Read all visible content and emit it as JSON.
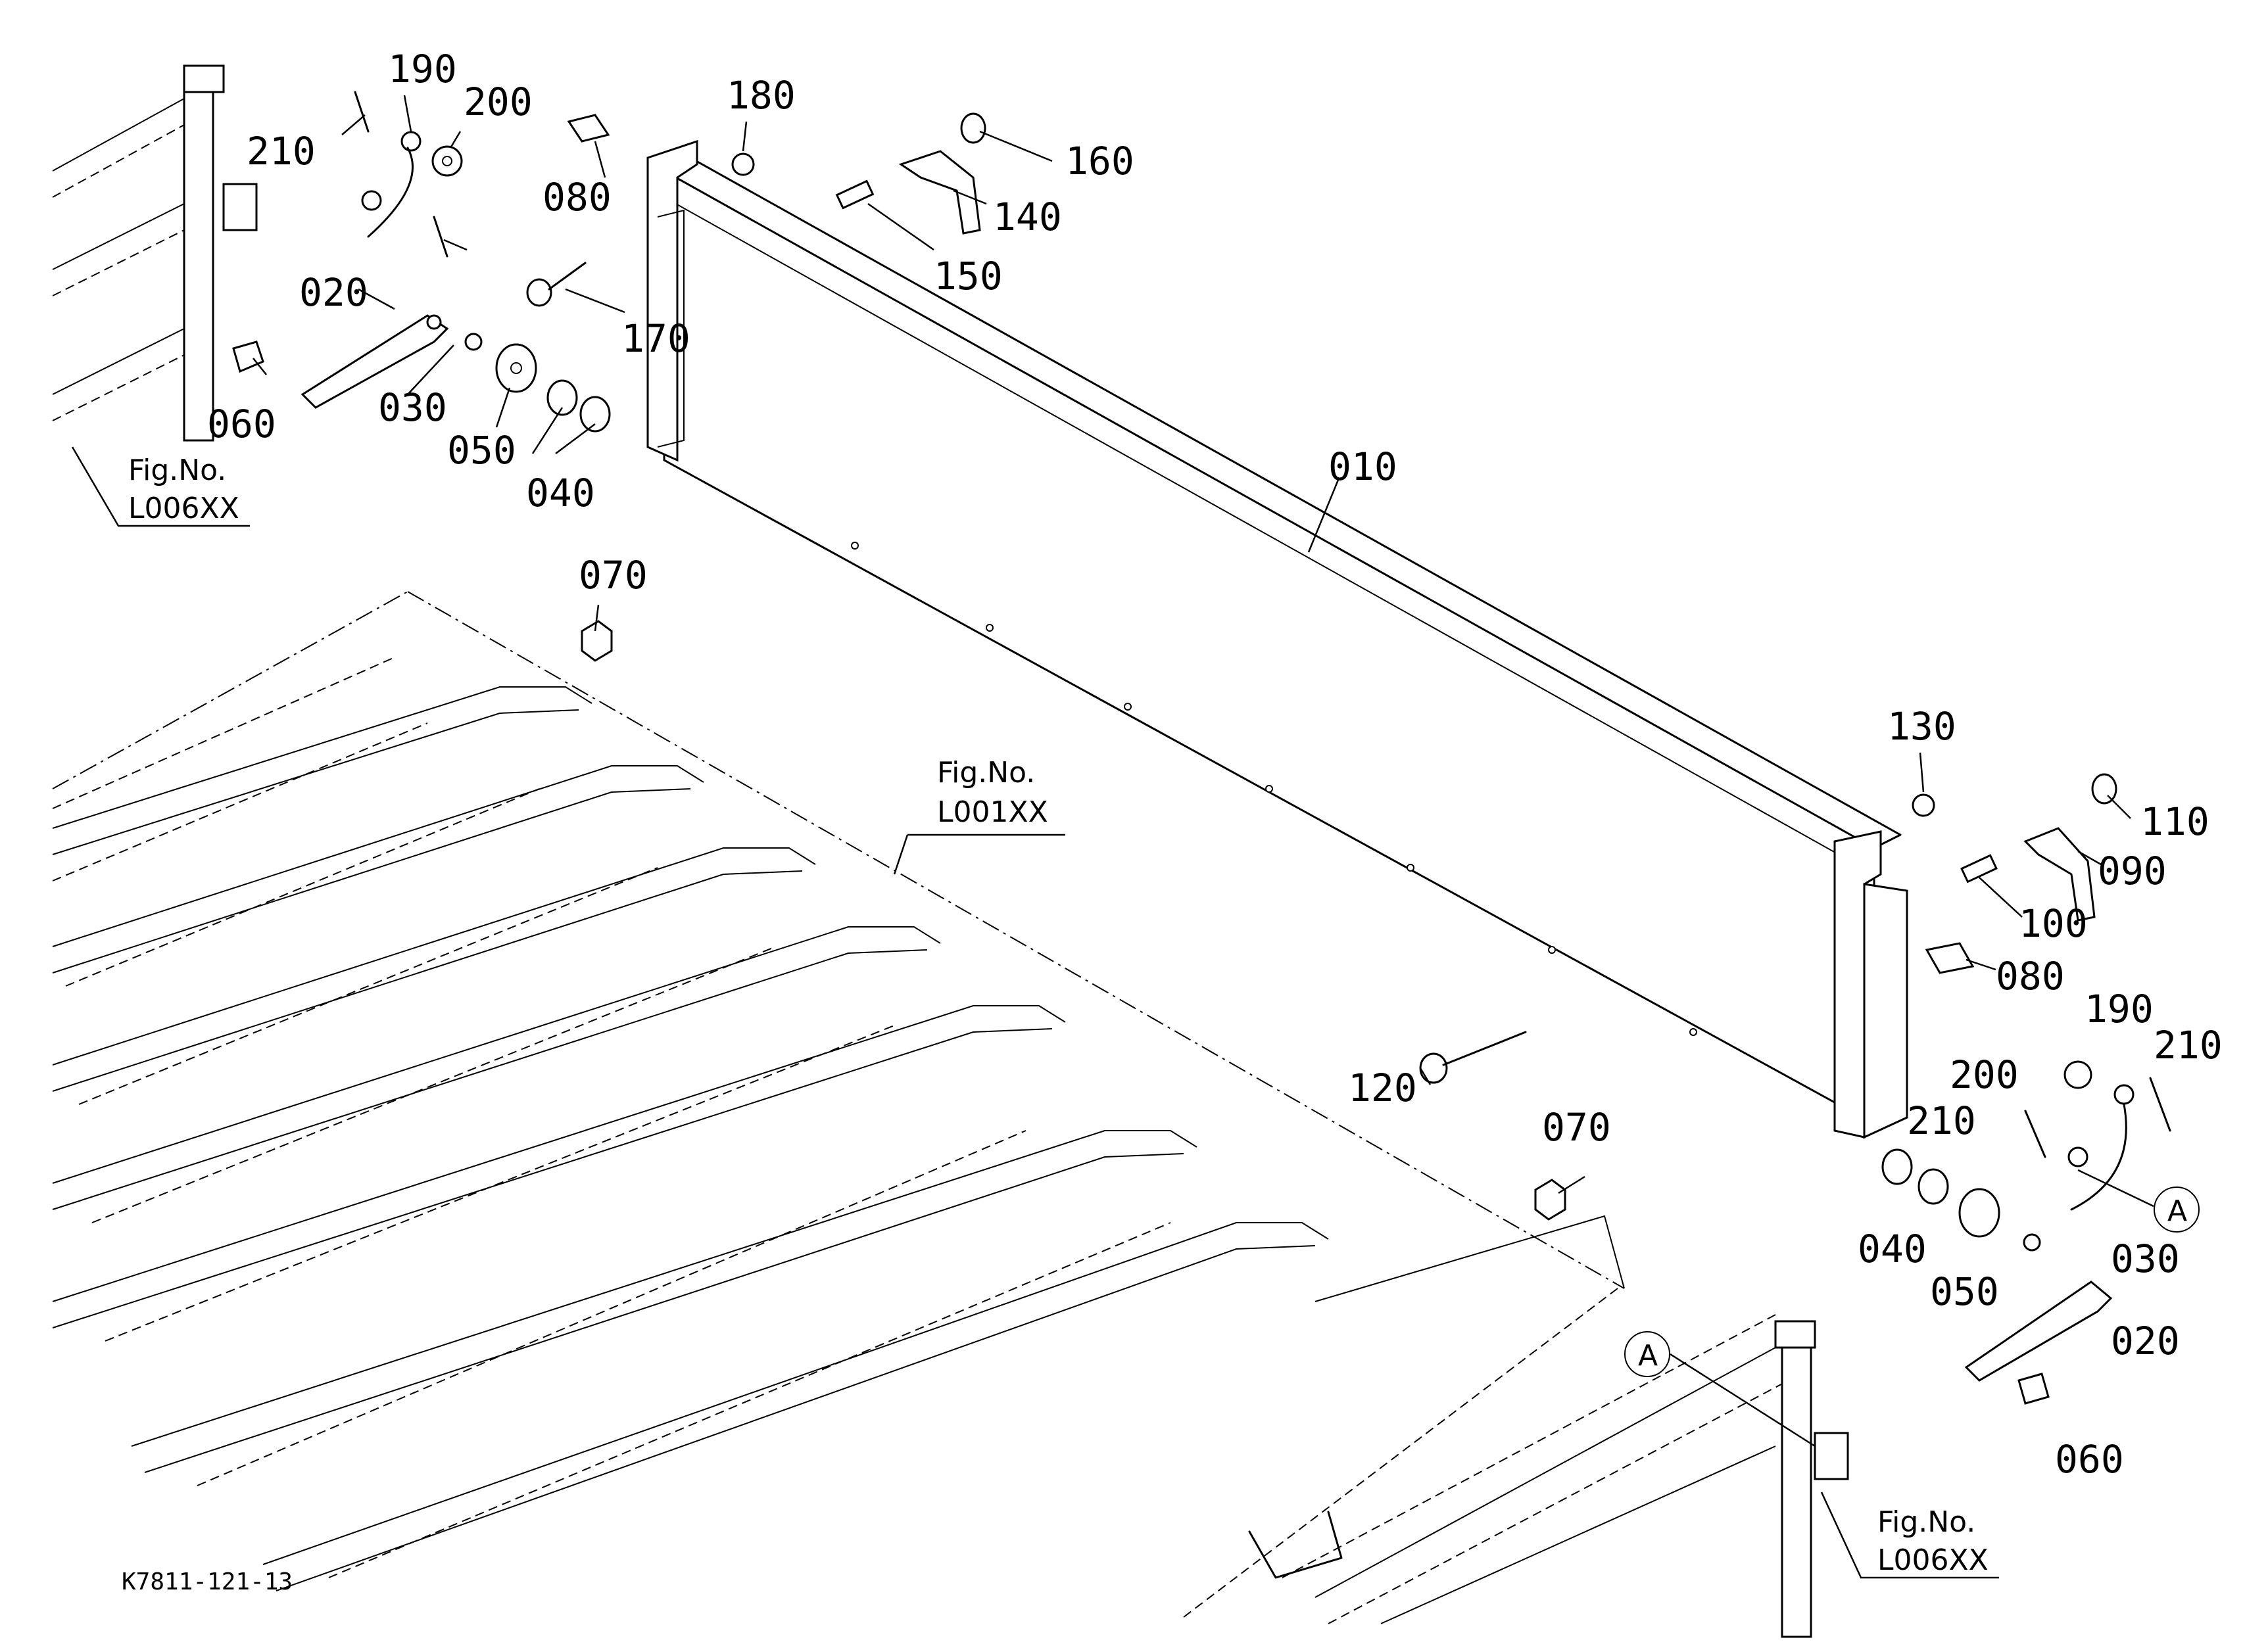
{
  "diagram_code": "K7811-121-13",
  "fig_refs": [
    {
      "line1": "Fig.No.",
      "line2": "L006XX"
    },
    {
      "line1": "Fig.No.",
      "line2": "L001XX"
    },
    {
      "line1": "Fig.No.",
      "line2": "L006XX"
    }
  ],
  "marker": "A",
  "labels": [
    "010",
    "020",
    "030",
    "040",
    "050",
    "060",
    "070",
    "080",
    "090",
    "100",
    "110",
    "120",
    "130",
    "140",
    "150",
    "160",
    "170",
    "180",
    "190",
    "200",
    "210",
    "020",
    "030",
    "040",
    "050",
    "060",
    "070",
    "080",
    "190",
    "200",
    "210",
    "210"
  ]
}
